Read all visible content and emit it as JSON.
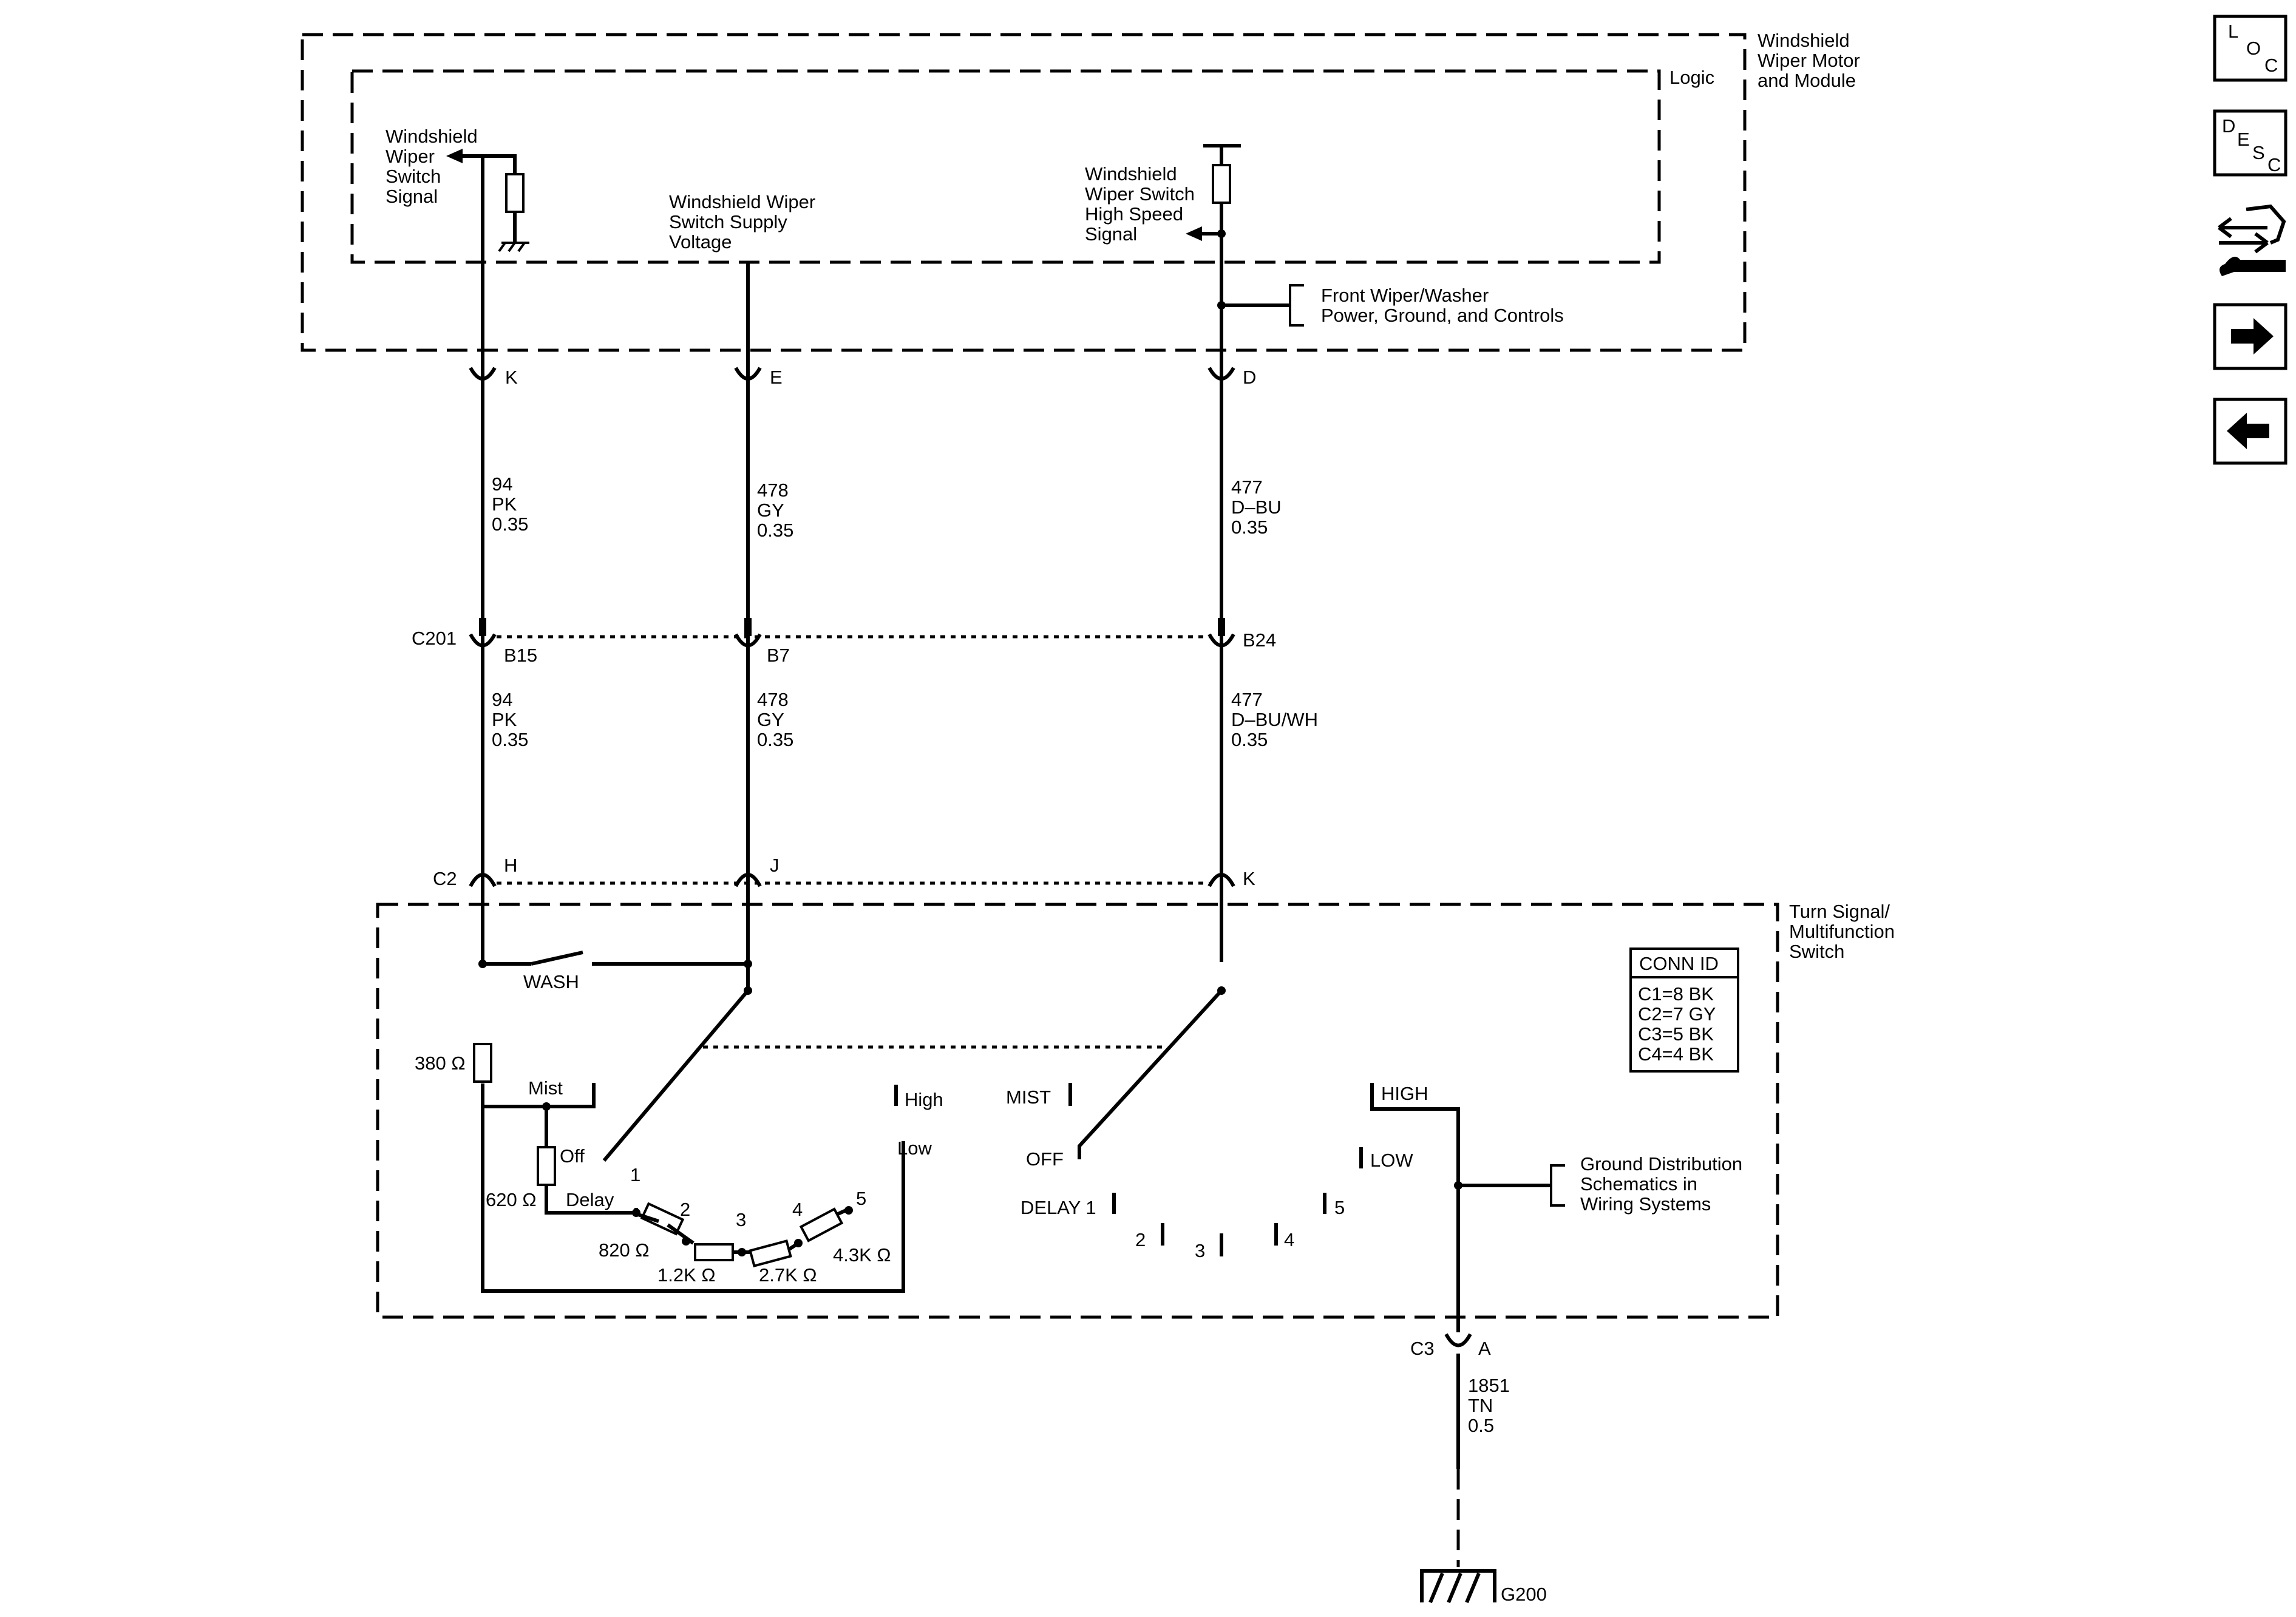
{
  "module": {
    "name_lines": [
      "Windshield",
      "Wiper Motor",
      "and Module"
    ],
    "logic_label": "Logic",
    "switch_signal_lines": [
      "Windshield",
      "Wiper",
      "Switch",
      "Signal"
    ],
    "supply_voltage_lines": [
      "Windshield Wiper",
      "Switch Supply",
      "Voltage"
    ],
    "high_speed_lines": [
      "Windshield",
      "Wiper Switch",
      "High Speed",
      "Signal"
    ],
    "front_wiper_lines": [
      "Front Wiper/Washer",
      "Power, Ground, and Controls"
    ]
  },
  "module_pins": [
    "K",
    "E",
    "D"
  ],
  "wires_upper": [
    {
      "circuit": "94",
      "color": "PK",
      "gauge": "0.35"
    },
    {
      "circuit": "478",
      "color": "GY",
      "gauge": "0.35"
    },
    {
      "circuit": "477",
      "color": "D–BU",
      "gauge": "0.35"
    }
  ],
  "c201": {
    "label": "C201",
    "pins": [
      "B15",
      "B7",
      "B24"
    ]
  },
  "wires_lower": [
    {
      "circuit": "94",
      "color": "PK",
      "gauge": "0.35"
    },
    {
      "circuit": "478",
      "color": "GY",
      "gauge": "0.35"
    },
    {
      "circuit": "477",
      "color": "D–BU/WH",
      "gauge": "0.35"
    }
  ],
  "c2": {
    "label": "C2",
    "pins": [
      "H",
      "J",
      "K"
    ]
  },
  "switch": {
    "name_lines": [
      "Turn Signal/",
      "Multifunction",
      "Switch"
    ],
    "wash": "WASH",
    "r380": "380 Ω",
    "r620": "620 Ω",
    "mist": "Mist",
    "off": "Off",
    "delay": "Delay",
    "high": "High",
    "low": "Low",
    "positions": [
      "1",
      "2",
      "3",
      "4",
      "5"
    ],
    "resistors": [
      "820 Ω",
      "1.2K Ω",
      "2.7K Ω",
      "4.3K Ω"
    ],
    "right_labels": {
      "mist": "MIST",
      "off": "OFF",
      "delay1": "DELAY 1",
      "p2": "2",
      "p3": "3",
      "p4": "4",
      "p5": "5",
      "high": "HIGH",
      "low": "LOW"
    },
    "ground_dist_lines": [
      "Ground Distribution",
      "Schematics in",
      "Wiring Systems"
    ]
  },
  "conn_id": {
    "title": "CONN ID",
    "rows": [
      "C1=8 BK",
      "C2=7 GY",
      "C3=5 BK",
      "C4=4 BK"
    ]
  },
  "c3": {
    "label": "C3",
    "pin": "A"
  },
  "ground_wire": {
    "circuit": "1851",
    "color": "TN",
    "gauge": "0.5"
  },
  "ground": {
    "label": "G200"
  },
  "side_buttons": {
    "loc": {
      "l1": "L",
      "l2": "O",
      "l3": "C"
    },
    "desc": {
      "l1": "D",
      "l2": "E",
      "l3": "S",
      "l4": "C"
    },
    "icons": [
      "connector-tool-icon",
      "arrow-right-icon",
      "arrow-left-icon"
    ]
  }
}
